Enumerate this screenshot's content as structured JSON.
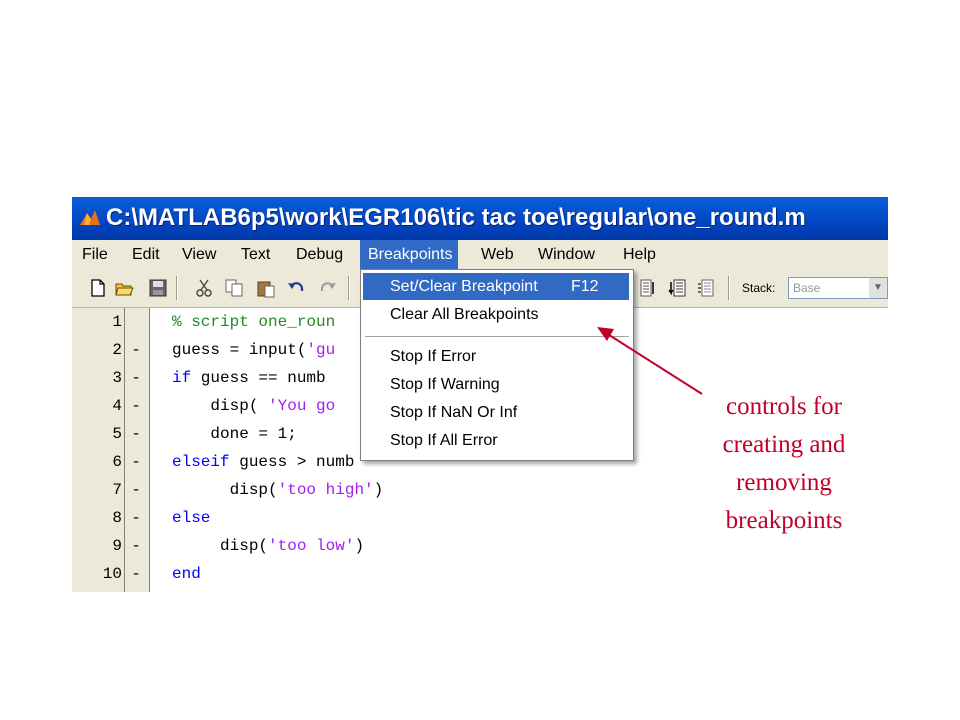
{
  "window": {
    "title": "C:\\MATLAB6p5\\work\\EGR106\\tic tac toe\\regular\\one_round.m"
  },
  "menubar": {
    "items": [
      {
        "label": "File",
        "active": false
      },
      {
        "label": "Edit",
        "active": false
      },
      {
        "label": "View",
        "active": false
      },
      {
        "label": "Text",
        "active": false
      },
      {
        "label": "Debug",
        "active": false
      },
      {
        "label": "Breakpoints",
        "active": true
      },
      {
        "label": "Web",
        "active": false
      },
      {
        "label": "Window",
        "active": false
      },
      {
        "label": "Help",
        "active": false
      }
    ]
  },
  "toolbar": {
    "icons": [
      "new-file-icon",
      "open-folder-icon",
      "save-icon",
      "cut-icon",
      "copy-icon",
      "paste-icon",
      "undo-icon",
      "redo-icon",
      "step-in-icon",
      "step-out-icon",
      "step-list-icon"
    ],
    "stack_label": "Stack:",
    "stack_value": "Base"
  },
  "editor": {
    "lines": [
      {
        "num": "1",
        "bp": "",
        "code": "% script one_roun"
      },
      {
        "num": "2",
        "bp": "-",
        "code": "guess = input('gu"
      },
      {
        "num": "3",
        "bp": "-",
        "code": "if guess == numb"
      },
      {
        "num": "4",
        "bp": "-",
        "code": "    disp( 'You go"
      },
      {
        "num": "5",
        "bp": "-",
        "code": "    done = 1;"
      },
      {
        "num": "6",
        "bp": "-",
        "code": "elseif guess > numb"
      },
      {
        "num": "7",
        "bp": "-",
        "code": "      disp('too high')"
      },
      {
        "num": "8",
        "bp": "-",
        "code": "else"
      },
      {
        "num": "9",
        "bp": "-",
        "code": "     disp('too low')"
      },
      {
        "num": "10",
        "bp": "-",
        "code": "end"
      }
    ]
  },
  "breakpoints_menu": {
    "items": [
      {
        "label": "Set/Clear Breakpoint",
        "shortcut": "F12",
        "highlighted": true
      },
      {
        "label": "Clear All Breakpoints",
        "shortcut": "",
        "highlighted": false
      },
      {
        "label": "Stop If Error",
        "shortcut": "",
        "highlighted": false
      },
      {
        "label": "Stop If Warning",
        "shortcut": "",
        "highlighted": false
      },
      {
        "label": "Stop If NaN Or Inf",
        "shortcut": "",
        "highlighted": false
      },
      {
        "label": "Stop If All Error",
        "shortcut": "",
        "highlighted": false
      }
    ]
  },
  "annotation": {
    "lines": [
      "controls for",
      "creating and",
      "removing",
      "breakpoints"
    ],
    "color": "#c0002a"
  },
  "colors": {
    "title_bar": "#0245c2",
    "menu_highlight": "#316ac5",
    "keyword": "#0000ff",
    "string": "#a020f0",
    "comment": "#228b22"
  }
}
